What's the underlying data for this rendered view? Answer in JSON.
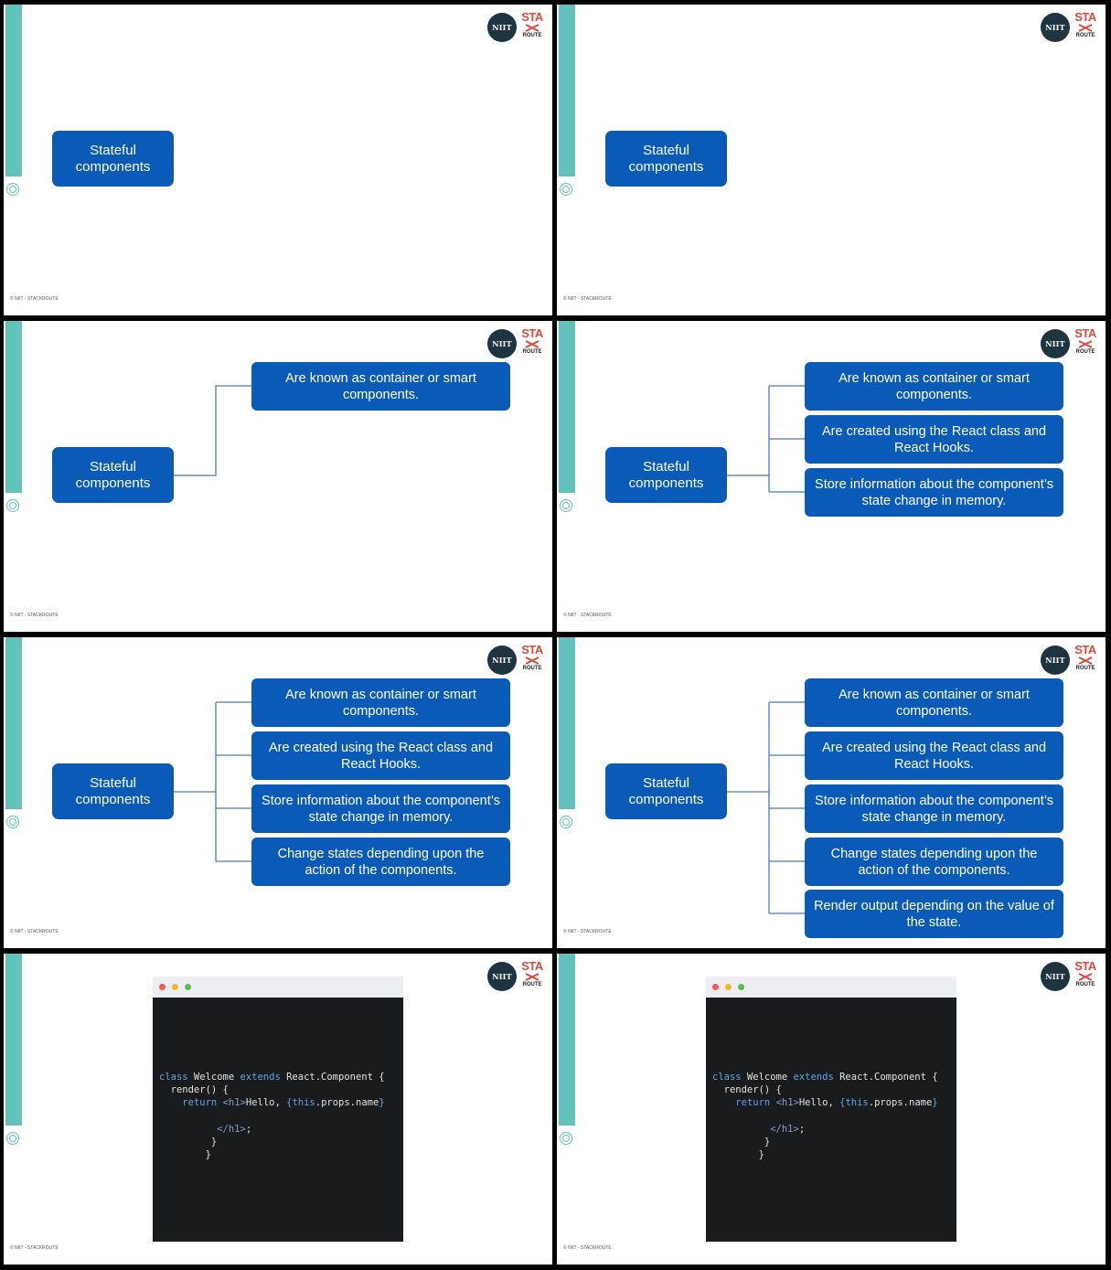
{
  "slides": [
    {
      "root": "Stateful components",
      "boxes": []
    },
    {
      "root": "Stateful components",
      "boxes": []
    },
    {
      "root": "Stateful components",
      "boxes": [
        "Are known as container or smart components."
      ]
    },
    {
      "root": "Stateful components",
      "boxes": [
        "Are known as container or smart components.",
        "Are created using the React class and React Hooks.",
        "Store information about the component’s state change in memory."
      ]
    },
    {
      "root": "Stateful components",
      "boxes": [
        "Are known as container or smart components.",
        "Are created using the React class and React Hooks.",
        "Store information about the component’s state change in memory.",
        "Change states depending upon the action of the components."
      ]
    },
    {
      "root": "Stateful components",
      "boxes": [
        "Are known as container or smart components.",
        "Are created using the React class and React Hooks.",
        "Store information about the component’s state change in memory.",
        "Change states depending upon the action of the components.",
        "Render output depending on the value of the state."
      ]
    },
    {
      "code": true
    },
    {
      "code": true
    }
  ],
  "code": {
    "lines": [
      [
        [
          "kw",
          "class"
        ],
        [
          "t",
          " Welcome "
        ],
        [
          "kw",
          "extends"
        ],
        [
          "t",
          " React.Component {"
        ]
      ],
      [
        [
          "t",
          "  render() {"
        ]
      ],
      [
        [
          "t",
          "    "
        ],
        [
          "kw",
          "return"
        ],
        [
          "t",
          " "
        ],
        [
          "tg",
          "<h1>"
        ],
        [
          "t",
          "Hello, "
        ],
        [
          "kw",
          "{"
        ],
        [
          "kw",
          "this"
        ],
        [
          "t",
          ".props.name"
        ],
        [
          "kw",
          "}"
        ]
      ],
      [
        [
          "t",
          ""
        ]
      ],
      [
        [
          "t",
          "          "
        ],
        [
          "tg",
          "</h1>"
        ],
        [
          "t",
          ";"
        ]
      ],
      [
        [
          "t",
          "         }"
        ]
      ],
      [
        [
          "t",
          "        }"
        ]
      ]
    ]
  },
  "branding": {
    "niit": "NIIT",
    "stack_top": "STA",
    "stack_bottom": "ROUTE",
    "footer": "© NIIT - STACKROUTE"
  },
  "colors": {
    "accent_teal": "#61c3bc",
    "box_blue": "#0a5bb8",
    "brand_red": "#d94a3f",
    "niit_navy": "#1e3441"
  }
}
